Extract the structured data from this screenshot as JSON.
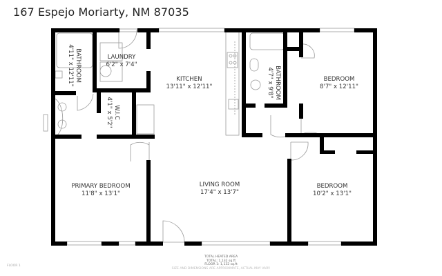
{
  "header": {
    "title": "167 Espejo Moriarty, NM 87035"
  },
  "rooms": [
    {
      "id": "bathroom-1",
      "name": "BATHROOM",
      "dims": "4'11\" x 12'11\"",
      "orientation": "vertical"
    },
    {
      "id": "laundry",
      "name": "LAUNDRY",
      "dims": "6'2\" x 7'4\"",
      "orientation": "horizontal"
    },
    {
      "id": "wic",
      "name": "W.I.C",
      "dims": "4'1\" x 5'2\"",
      "orientation": "vertical"
    },
    {
      "id": "kitchen",
      "name": "KITCHEN",
      "dims": "13'11\" x 12'11\"",
      "orientation": "horizontal"
    },
    {
      "id": "bathroom-2",
      "name": "BATHROOM",
      "dims": "4'7\" x 9'8\"",
      "orientation": "vertical"
    },
    {
      "id": "bedroom-ne",
      "name": "BEDROOM",
      "dims": "8'7\" x 12'11\"",
      "orientation": "horizontal"
    },
    {
      "id": "primary-bedroom",
      "name": "PRIMARY BEDROOM",
      "dims": "11'8\" x 13'1\"",
      "orientation": "horizontal"
    },
    {
      "id": "living-room",
      "name": "LIVING ROOM",
      "dims": "17'4\" x 13'7\"",
      "orientation": "horizontal"
    },
    {
      "id": "bedroom-se",
      "name": "BEDROOM",
      "dims": "10'2\" x 13'1\"",
      "orientation": "horizontal"
    }
  ],
  "footer": {
    "area_heading": "TOTAL HEATED AREA",
    "total": "TOTAL: 1,132 sq.ft",
    "floor1": "FLOOR 1: 1,132 sq.ft",
    "disclaimer": "SIZE AND DIMENSIONS ARE APPROXIMATE, ACTUAL MAY VARY.",
    "floor_label": "FLOOR 1"
  },
  "colors": {
    "wall": "#000000",
    "fixture": "#9a9a9a",
    "text": "#333333"
  }
}
